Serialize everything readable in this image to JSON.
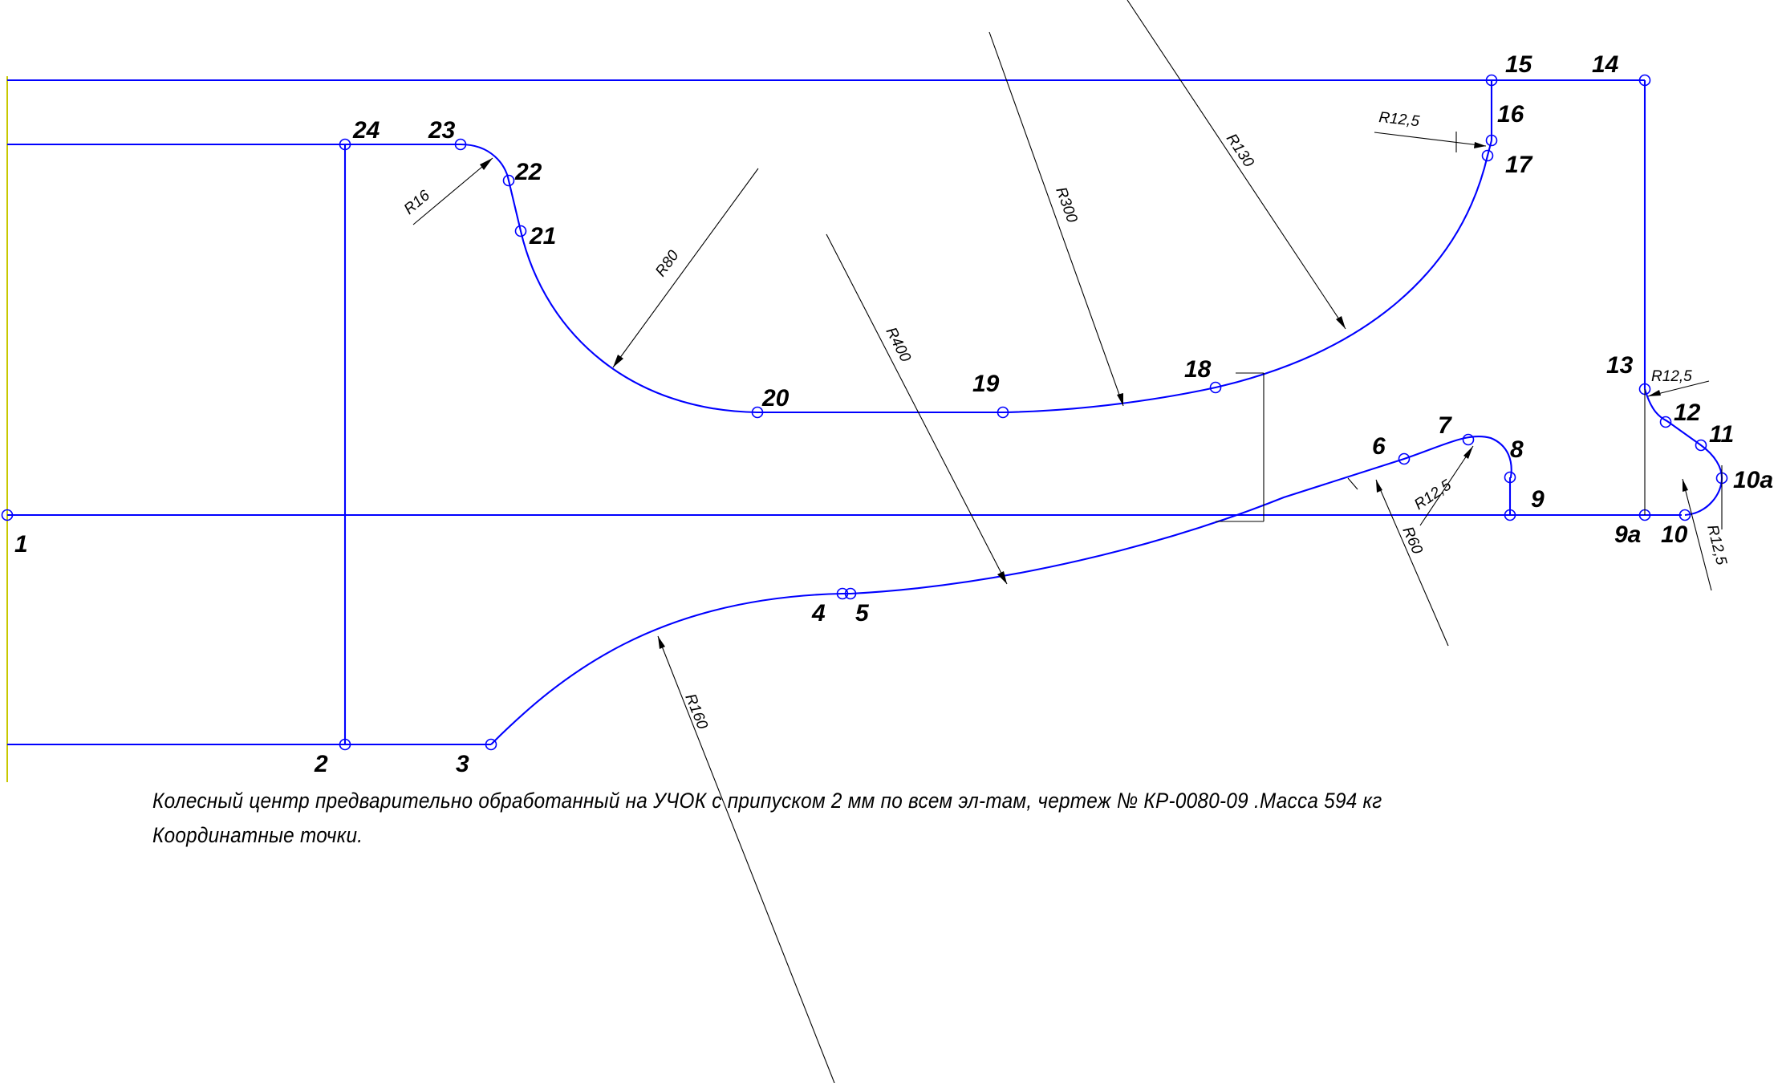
{
  "caption": {
    "line1": "Колесный центр предварительно обработанный на УЧОК с припуском 2 мм по всем эл-там, чертеж № КР-0080-09 .Масса 594 кг",
    "line2": "Координатные точки."
  },
  "points": {
    "p1": "1",
    "p2": "2",
    "p3": "3",
    "p4": "4",
    "p5": "5",
    "p6": "6",
    "p7": "7",
    "p8": "8",
    "p9": "9",
    "p9a": "9а",
    "p10": "10",
    "p10a": "10а",
    "p11": "11",
    "p12": "12",
    "p13": "13",
    "p14": "14",
    "p15": "15",
    "p16": "16",
    "p17": "17",
    "p18": "18",
    "p19": "19",
    "p20": "20",
    "p21": "21",
    "p22": "22",
    "p23": "23",
    "p24": "24"
  },
  "radii": {
    "r16": "R16",
    "r80": "R80",
    "r400": "R400",
    "r300": "R300",
    "r130": "R130",
    "r12_5_top": "R12,5",
    "r12_5_13": "R12,5",
    "r12_5_8": "R12,5",
    "r12_5_10": "R12,5",
    "r60": "R60",
    "r160": "R160"
  },
  "colors": {
    "profile": "#0000ff",
    "dimension": "#000000",
    "axis": "#c8c800",
    "background": "#ffffff"
  }
}
